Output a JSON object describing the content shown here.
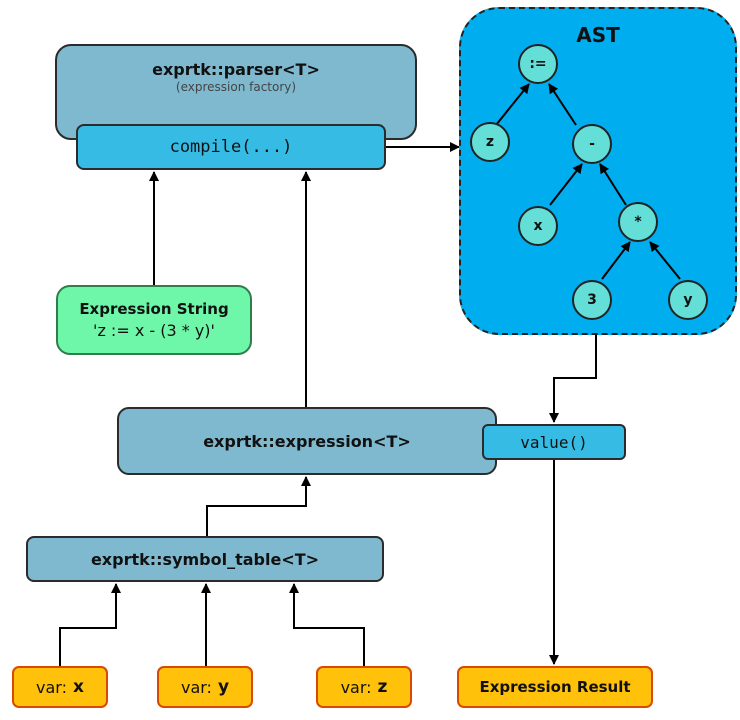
{
  "parser": {
    "title": "exprtk::parser<T>",
    "subtitle": "(expression factory)",
    "compile_label": "compile(...)"
  },
  "ast": {
    "title": "AST",
    "nodes": {
      "assign": ":=",
      "z": "z",
      "minus": "-",
      "x": "x",
      "mult": "*",
      "three": "3",
      "y": "y"
    }
  },
  "expression_string": {
    "title": "Expression String",
    "value": "'z := x - (3 * y)'"
  },
  "expression": {
    "title": "exprtk::expression<T>",
    "value_label": "value()"
  },
  "symbol_table": {
    "title": "exprtk::symbol_table<T>"
  },
  "vars": {
    "prefix": "var:",
    "x": "x",
    "y": "y",
    "z": "z"
  },
  "result": {
    "label": "Expression Result"
  },
  "colors": {
    "panel_blue": "#7fb9cf",
    "method_blue": "#36bce4",
    "ast_background": "#00adef",
    "ast_node": "#64dfd8",
    "string_green": "#6ff7a9",
    "var_orange": "#ffc10a",
    "var_border": "#d94a00"
  }
}
